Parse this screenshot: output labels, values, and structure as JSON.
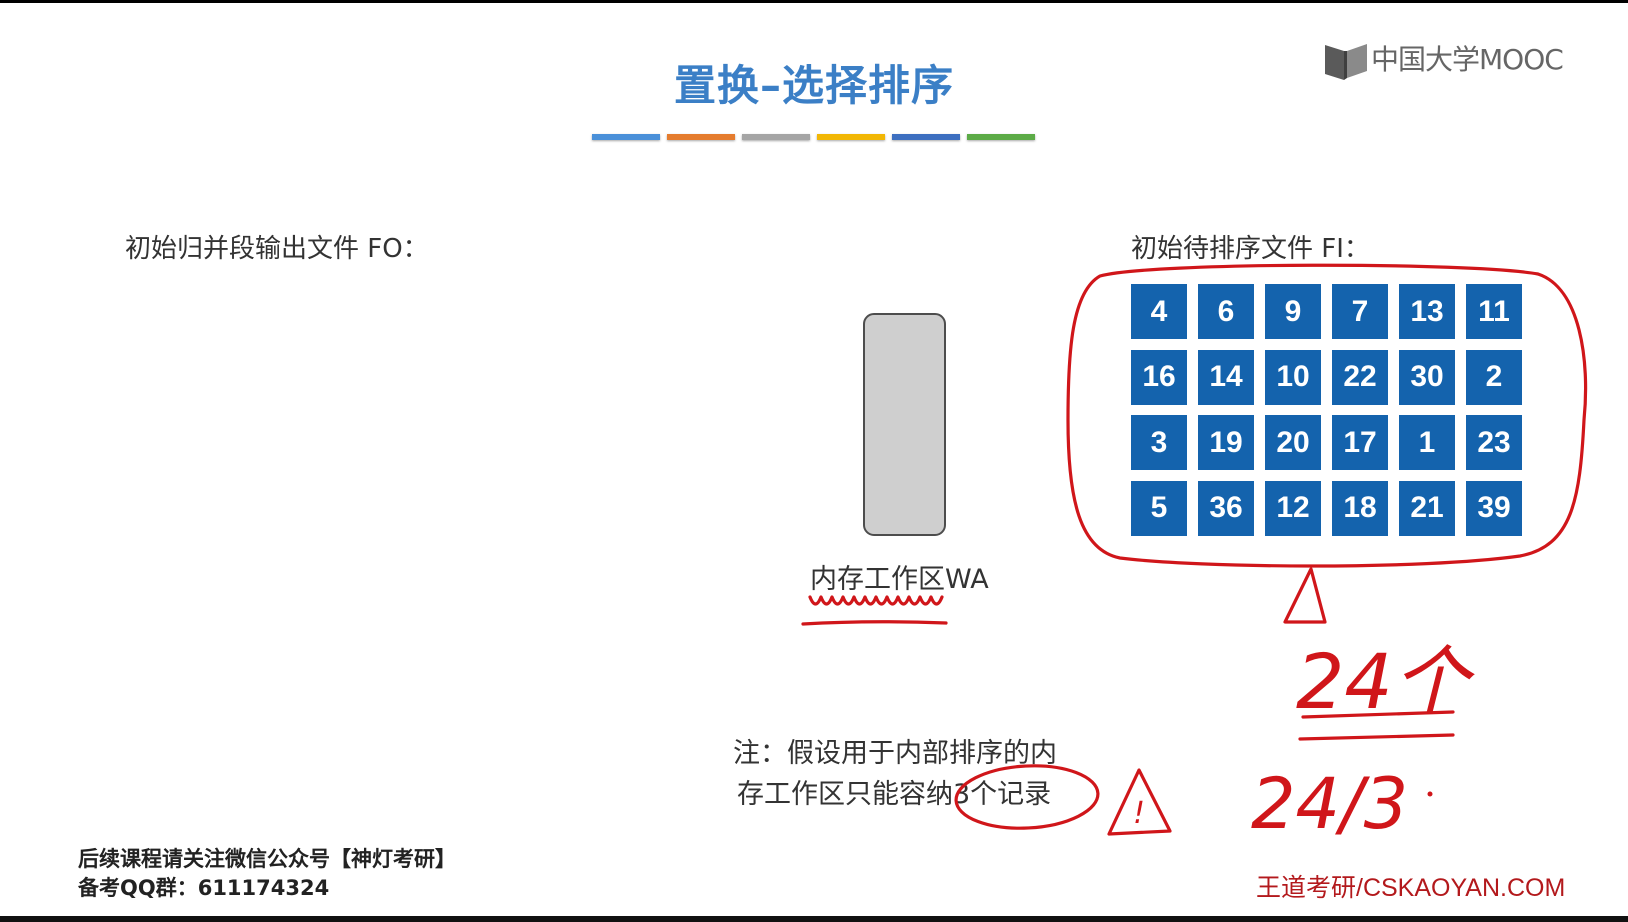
{
  "slide": {
    "title": "置换–选择排序",
    "title_color": "#3b7fc6",
    "divider_colors": [
      "#4a90d9",
      "#e57c2e",
      "#a5a5a5",
      "#f2b705",
      "#3d6fc0",
      "#5cab47"
    ],
    "logo_text": "中国大学MOOC",
    "logo_icon": "open-book-icon"
  },
  "output_file": {
    "label": "初始归并段输出文件 FO："
  },
  "input_file": {
    "label": "初始待排序文件 FI：",
    "cell_color": "#1463ad",
    "records": [
      [
        4,
        6,
        9,
        7,
        13,
        11
      ],
      [
        16,
        14,
        10,
        22,
        30,
        2
      ],
      [
        3,
        19,
        20,
        17,
        1,
        23
      ],
      [
        5,
        36,
        12,
        18,
        21,
        39
      ]
    ]
  },
  "work_area": {
    "label": "内存工作区WA"
  },
  "note": {
    "line1": "注：假设用于内部排序的内",
    "line2": "存工作区只能容纳3个记录"
  },
  "footer": {
    "wechat": "后续课程请关注微信公众号【神灯考研】",
    "qq": "备考QQ群：611174324",
    "brand": "王道考研/CSKAOYAN.COM"
  },
  "annotations": {
    "color": "#d0161a",
    "count": "24个",
    "division": "24/3",
    "warning": "!"
  }
}
